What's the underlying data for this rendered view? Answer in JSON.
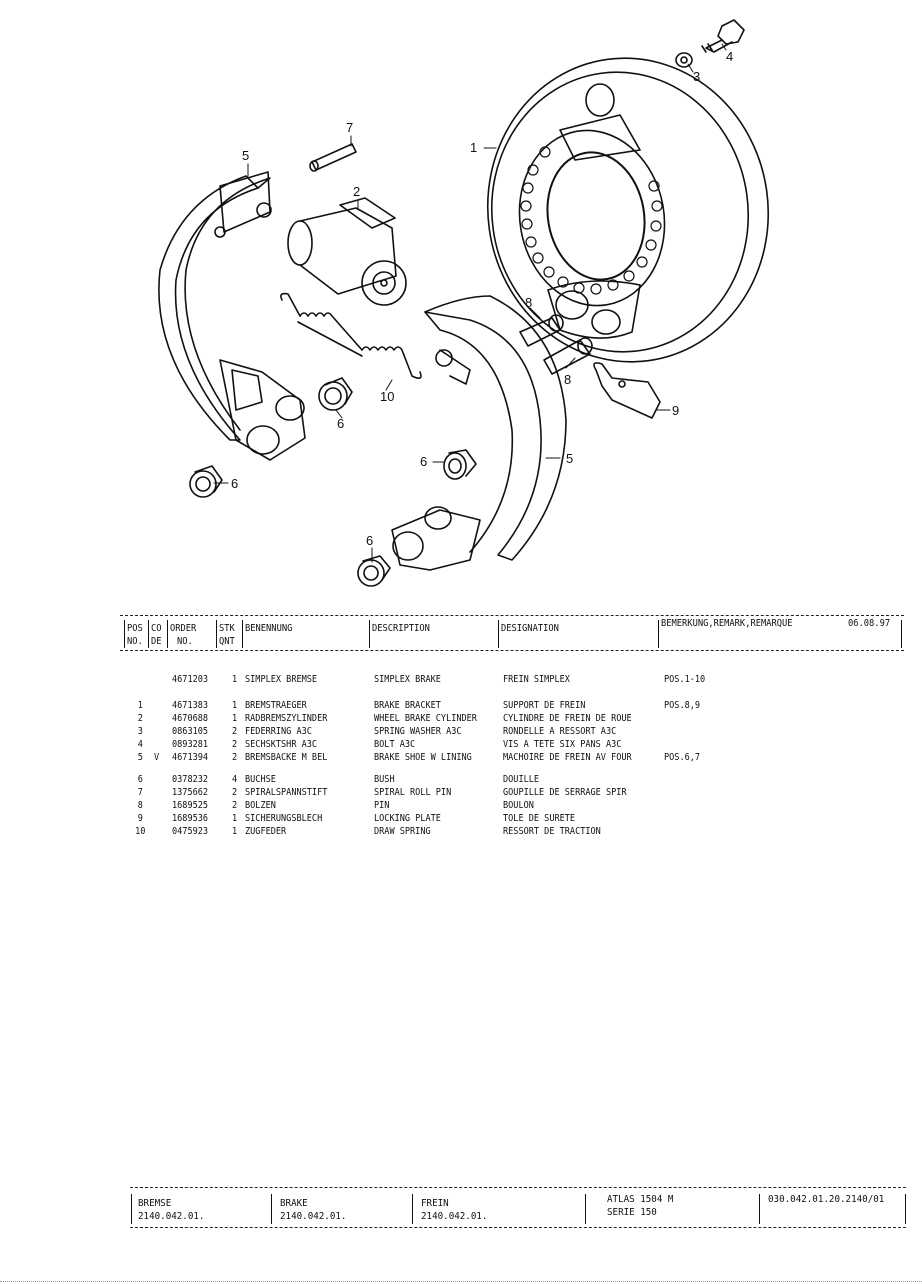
{
  "callouts": [
    "1",
    "2",
    "3",
    "4",
    "5",
    "5",
    "6",
    "6",
    "6",
    "6",
    "7",
    "8",
    "8",
    "9",
    "10"
  ],
  "header": {
    "pos_no": [
      "POS",
      "NO."
    ],
    "code": [
      "CO",
      "DE"
    ],
    "order_no": [
      "ORDER",
      "NO."
    ],
    "qty": [
      "STK",
      "QNT"
    ],
    "benennung": "BENENNUNG",
    "description": "DESCRIPTION",
    "designation": "DESIGNATION",
    "remark": "BEMERKUNG,REMARK,REMARQUE",
    "date": "06.08.97"
  },
  "rows": [
    {
      "pos": "",
      "code": "",
      "order": "4671203",
      "qty": "1",
      "benennung": "SIMPLEX BREMSE",
      "description": "SIMPLEX BRAKE",
      "designation": "FREIN SIMPLEX",
      "remark": "POS.1-10"
    },
    {
      "pos": "1",
      "code": "",
      "order": "4671383",
      "qty": "1",
      "benennung": "BREMSTRAEGER",
      "description": "BRAKE BRACKET",
      "designation": "SUPPORT DE FREIN",
      "remark": "POS.8,9"
    },
    {
      "pos": "2",
      "code": "",
      "order": "4670688",
      "qty": "1",
      "benennung": "RADBREMSZYLINDER",
      "description": "WHEEL BRAKE CYLINDER",
      "designation": "CYLINDRE DE FREIN DE ROUE",
      "remark": ""
    },
    {
      "pos": "3",
      "code": "",
      "order": "0863105",
      "qty": "2",
      "benennung": "FEDERRING A3C",
      "description": "SPRING WASHER A3C",
      "designation": "RONDELLE A RESSORT A3C",
      "remark": ""
    },
    {
      "pos": "4",
      "code": "",
      "order": "0893281",
      "qty": "2",
      "benennung": "SECHSKTSHR A3C",
      "description": "BOLT A3C",
      "designation": "VIS A TETE SIX PANS A3C",
      "remark": ""
    },
    {
      "pos": "5",
      "code": "V",
      "order": "4671394",
      "qty": "2",
      "benennung": "BREMSBACKE M BEL",
      "description": "BRAKE SHOE W LINING",
      "designation": "MACHOIRE DE FREIN AV FOUR",
      "remark": "POS.6,7"
    },
    {
      "pos": "6",
      "code": "",
      "order": "0378232",
      "qty": "4",
      "benennung": "BUCHSE",
      "description": "BUSH",
      "designation": "DOUILLE",
      "remark": ""
    },
    {
      "pos": "7",
      "code": "",
      "order": "1375662",
      "qty": "2",
      "benennung": "SPIRALSPANNSTIFT",
      "description": "SPIRAL ROLL PIN",
      "designation": "GOUPILLE DE SERRAGE SPIR",
      "remark": ""
    },
    {
      "pos": "8",
      "code": "",
      "order": "1689525",
      "qty": "2",
      "benennung": "BOLZEN",
      "description": "PIN",
      "designation": "BOULON",
      "remark": ""
    },
    {
      "pos": "9",
      "code": "",
      "order": "1689536",
      "qty": "1",
      "benennung": "SICHERUNGSBLECH",
      "description": "LOCKING PLATE",
      "designation": "TOLE DE SURETE",
      "remark": ""
    },
    {
      "pos": "10",
      "code": "",
      "order": "0475923",
      "qty": "1",
      "benennung": "ZUGFEDER",
      "description": "DRAW SPRING",
      "designation": "RESSORT DE TRACTION",
      "remark": ""
    }
  ],
  "footer": {
    "de_title": "BREMSE",
    "de_code": "2140.042.01.",
    "en_title": "BRAKE",
    "en_code": "2140.042.01.",
    "fr_title": "FREIN",
    "fr_code": "2140.042.01.",
    "model": "ATLAS 1504 M",
    "series": "SERIE 150",
    "doc_no": "030.042.01.20.2140/01"
  }
}
